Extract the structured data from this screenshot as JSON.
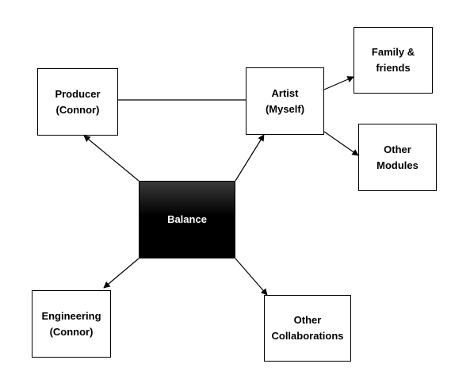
{
  "diagram": {
    "nodes": {
      "balance": {
        "label": "Balance",
        "fill": "#000000",
        "text_color": "#ffffff"
      },
      "producer": {
        "label": "Producer\n(Connor)"
      },
      "artist": {
        "label": "Artist\n(Myself)"
      },
      "family": {
        "label": "Family &\nfriends"
      },
      "other_modules": {
        "label": "Other\nModules"
      },
      "engineering": {
        "label": "Engineering\n(Connor)"
      },
      "other_collaborations": {
        "label": "Other\nCollaborations"
      }
    },
    "edges": [
      {
        "from": "balance",
        "to": "producer",
        "arrow": true
      },
      {
        "from": "balance",
        "to": "artist",
        "arrow": true
      },
      {
        "from": "balance",
        "to": "engineering",
        "arrow": true
      },
      {
        "from": "balance",
        "to": "other_collaborations",
        "arrow": true
      },
      {
        "from": "producer",
        "to": "artist",
        "arrow": false
      },
      {
        "from": "artist",
        "to": "family",
        "arrow": true
      },
      {
        "from": "artist",
        "to": "other_modules",
        "arrow": true
      }
    ]
  }
}
